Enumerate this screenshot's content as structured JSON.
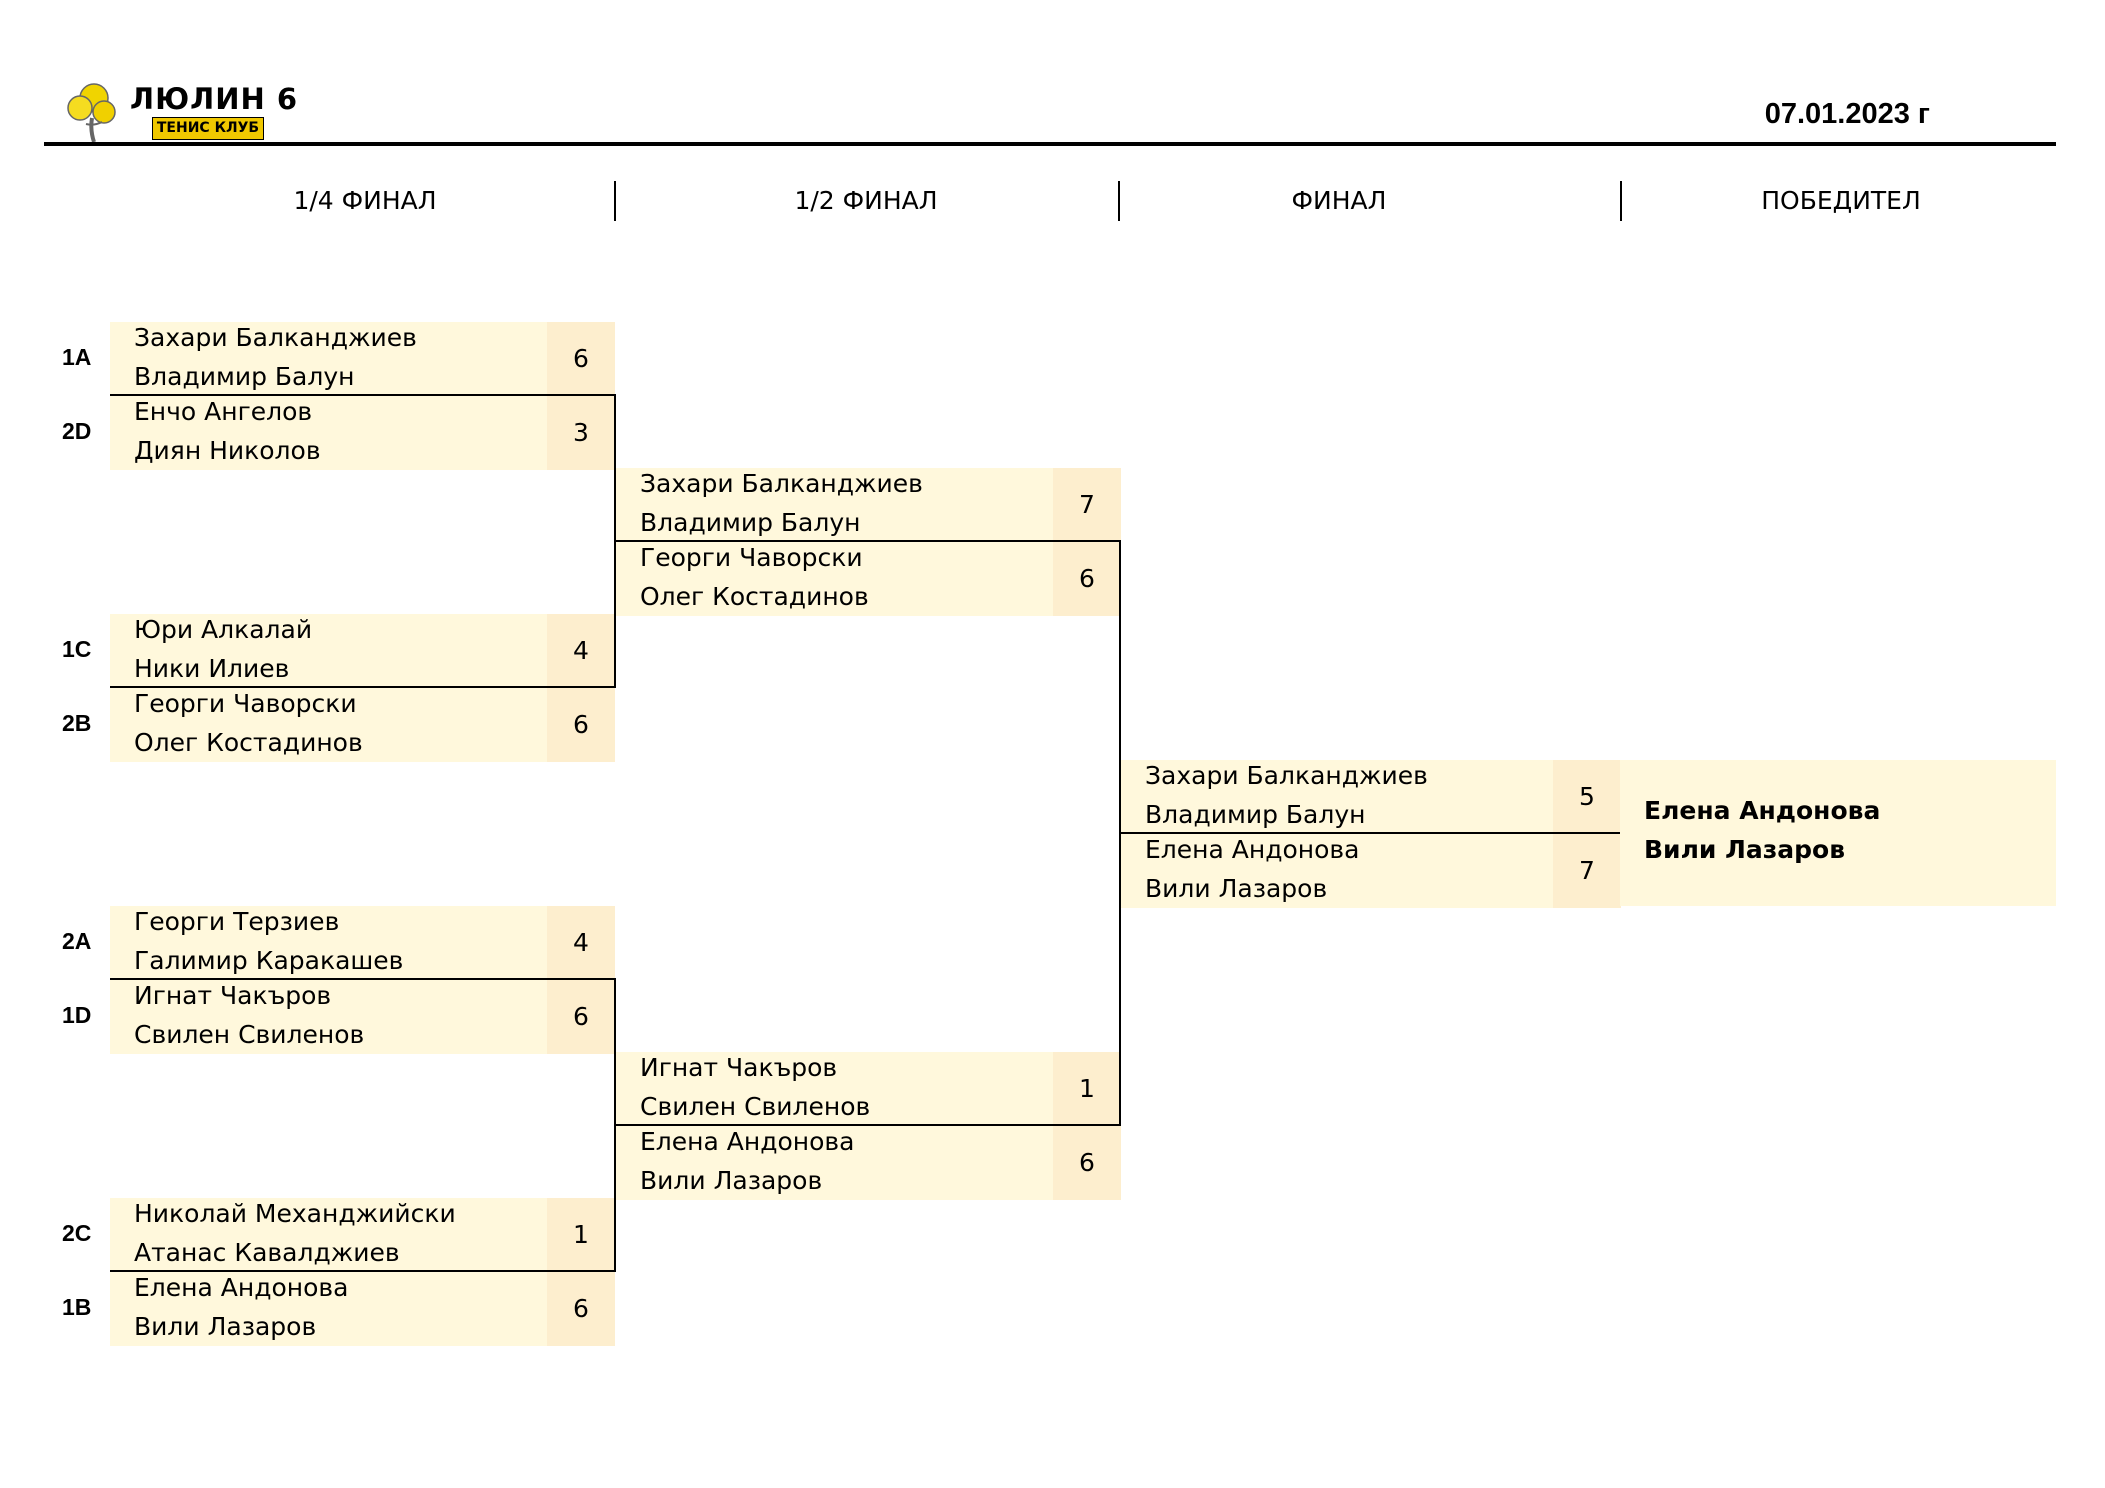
{
  "header": {
    "club_name": "ЛЮЛИН 6",
    "club_subtitle": "ТЕНИС КЛУБ",
    "date": "07.01.2023 г"
  },
  "columns": [
    "1/4 ФИНАЛ",
    "1/2 ФИНАЛ",
    "ФИНАЛ",
    "ПОБЕДИТЕЛ"
  ],
  "quarterfinals": [
    {
      "seed": "1A",
      "player1": "Захари Балканджиев",
      "player2": "Владимир Балун",
      "score": "6"
    },
    {
      "seed": "2D",
      "player1": "Енчо Ангелов",
      "player2": "Диян Николов",
      "score": "3"
    },
    {
      "seed": "1C",
      "player1": "Юри Алкалай",
      "player2": "Ники Илиев",
      "score": "4"
    },
    {
      "seed": "2B",
      "player1": "Георги Чаворски",
      "player2": "Олег Костадинов",
      "score": "6"
    },
    {
      "seed": "2A",
      "player1": "Георги Терзиев",
      "player2": "Галимир Каракашев",
      "score": "4"
    },
    {
      "seed": "1D",
      "player1": "Игнат Чакъров",
      "player2": "Свилен Свиленов",
      "score": "6"
    },
    {
      "seed": "2C",
      "player1": "Николай Механджийски",
      "player2": "Атанас Кавалджиев",
      "score": "1"
    },
    {
      "seed": "1B",
      "player1": "Елена Андонова",
      "player2": "Вили Лазаров",
      "score": "6"
    }
  ],
  "semifinals": [
    {
      "player1": "Захари Балканджиев",
      "player2": "Владимир Балун",
      "score": "7"
    },
    {
      "player1": "Георги Чаворски",
      "player2": "Олег Костадинов",
      "score": "6"
    },
    {
      "player1": "Игнат Чакъров",
      "player2": "Свилен Свиленов",
      "score": "1"
    },
    {
      "player1": "Елена Андонова",
      "player2": "Вили Лазаров",
      "score": "6"
    }
  ],
  "final": [
    {
      "player1": "Захари Балканджиев",
      "player2": "Владимир Балун",
      "score": "5"
    },
    {
      "player1": "Елена Андонова",
      "player2": "Вили Лазаров",
      "score": "7"
    }
  ],
  "winner": {
    "player1": "Елена Андонова",
    "player2": "Вили Лазаров"
  },
  "colors": {
    "name_bg": "#fff8dc",
    "score_bg": "#fdeece",
    "logo_yellow": "#f0c800"
  }
}
